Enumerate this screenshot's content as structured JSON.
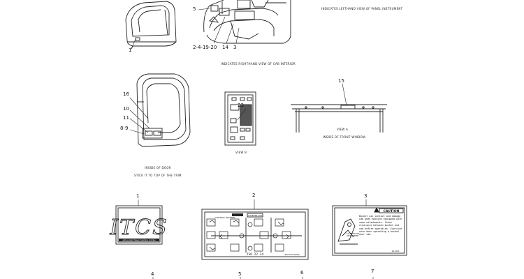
{
  "captions": {
    "panel_left_view": "INDICATES LEFTHAND VIEW OF PANEL INSTRUMENT",
    "cab_interior_right": "INDICATES RIGHTHAND VIEW OF CAB INTERIOR",
    "view_b": "VIEW B",
    "view_a": "VIEW A",
    "inside_front_window": "INSIDE OF FRONT WINDOW",
    "inside_door": "INSIDE OF DOOR",
    "stick_note": "STICK IT TO TOP OF THE TRIM"
  },
  "callouts": {
    "c_cab_1": "1",
    "c_5": "5",
    "c_2_4_19_20": "2-4-19-20",
    "c_14": "14",
    "c_3": "3",
    "c_16": "16",
    "c_10": "10",
    "c_11": "11",
    "c_8_9": "8-9",
    "c_23": "23",
    "c_15": "15"
  },
  "decals": {
    "itcs": {
      "number": "1",
      "text": "ITCS",
      "subtitle": "INTELLIGENT TRACK CONTROL SYSTEM"
    },
    "controls": {
      "number": "2",
      "header": "CONTROL PATTERN",
      "brand": "CATERPILLAR",
      "footer": "ISO 22 34",
      "part": "9W-5516 (2009)"
    },
    "caution": {
      "number": "3",
      "title": "CAUTION",
      "body": "Bucket can contact and damage cab when machine equipped with some attachments. Check clearance between bucket and cab before operation. Exercise care when operating a bucket near cab.",
      "sidebar": "CAUTION FOR ATTACHMENT",
      "part": "9X-0123"
    }
  },
  "bottom_numbers": [
    "4",
    "5",
    "6",
    "7"
  ]
}
